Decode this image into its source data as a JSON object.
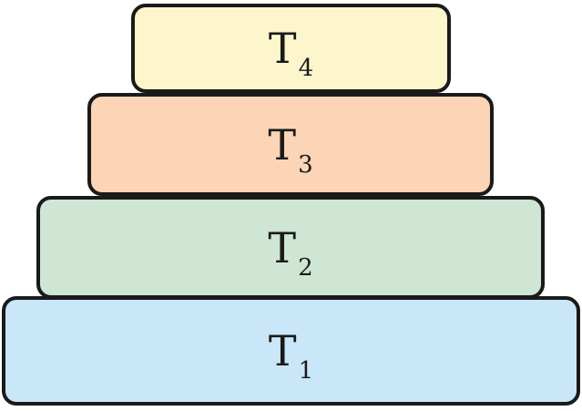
{
  "tiers": [
    {
      "main": "T",
      "sub": "4",
      "color": "#fdf6cc"
    },
    {
      "main": "T",
      "sub": "3",
      "color": "#fbd5b5"
    },
    {
      "main": "T",
      "sub": "2",
      "color": "#cfe6d4"
    },
    {
      "main": "T",
      "sub": "1",
      "color": "#c9e7f8"
    }
  ]
}
